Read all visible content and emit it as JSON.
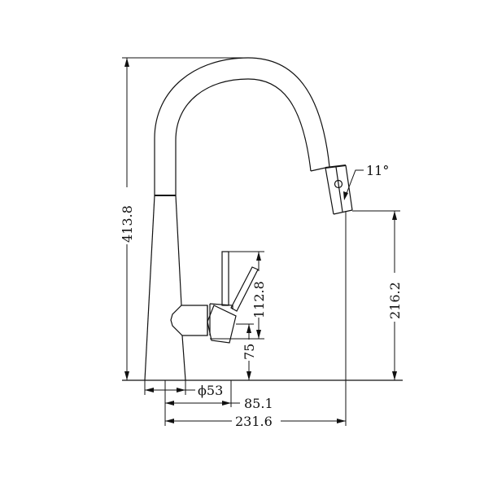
{
  "drawing": {
    "subject": "pull-out kitchen mixer tap, side elevation",
    "line_color": "#111111",
    "background": "#ffffff"
  },
  "dimensions": {
    "overall_height": "413.8",
    "spout_outlet_height": "216.2",
    "handle_height": "112.8",
    "handle_base_height": "75",
    "base_diameter": "ϕ53",
    "handle_reach": "85.1",
    "spout_reach": "231.6",
    "spray_head_angle": "11°"
  }
}
